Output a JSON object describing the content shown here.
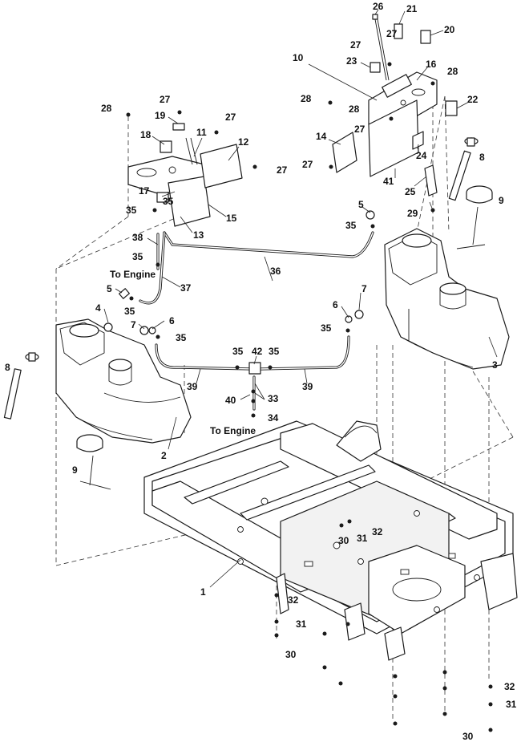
{
  "notes": [
    "To Engine",
    "To Engine"
  ],
  "callouts": [
    "1",
    "2",
    "3",
    "4",
    "5",
    "5",
    "6",
    "6",
    "7",
    "7",
    "8",
    "8",
    "9",
    "9",
    "10",
    "11",
    "12",
    "13",
    "14",
    "15",
    "16",
    "17",
    "18",
    "19",
    "20",
    "21",
    "22",
    "23",
    "24",
    "25",
    "26",
    "27",
    "27",
    "27",
    "27",
    "27",
    "27",
    "27",
    "28",
    "28",
    "28",
    "28",
    "29",
    "30",
    "30",
    "30",
    "31",
    "31",
    "31",
    "32",
    "32",
    "32",
    "33",
    "34",
    "35",
    "35",
    "35",
    "35",
    "35",
    "35",
    "35",
    "35",
    "35",
    "36",
    "37",
    "38",
    "39",
    "39",
    "40",
    "41",
    "42"
  ]
}
